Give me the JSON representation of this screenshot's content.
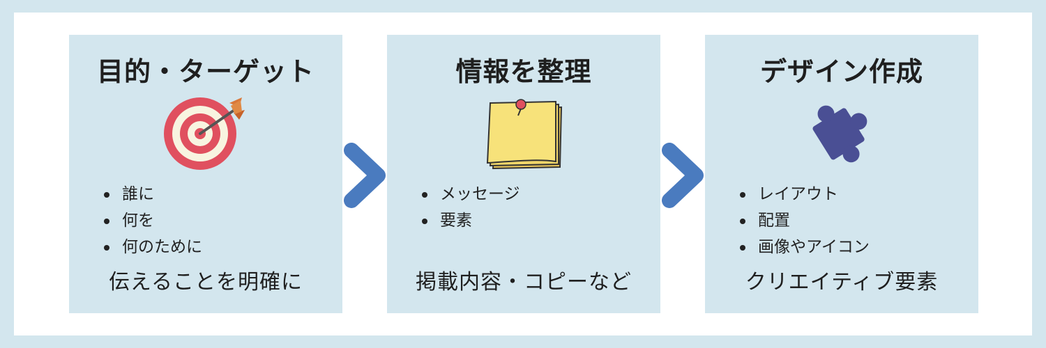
{
  "steps": [
    {
      "title": "目的・ターゲット",
      "icon": "target-with-arrow-icon",
      "bullets": [
        "誰に",
        "何を",
        "何のために"
      ],
      "footer": "伝えることを明確に"
    },
    {
      "title": "情報を整理",
      "icon": "sticky-note-pin-icon",
      "bullets": [
        "メッセージ",
        "要素"
      ],
      "footer": "掲載内容・コピーなど"
    },
    {
      "title": "デザイン作成",
      "icon": "puzzle-piece-icon",
      "bullets": [
        "レイアウト",
        "配置",
        "画像やアイコン"
      ],
      "footer": "クリエイティブ要素"
    }
  ],
  "colors": {
    "background": "#d3e6ee",
    "panel": "#ffffff",
    "arrow": "#4a7bbf",
    "target_red": "#e0505f",
    "note_yellow": "#f7e27a",
    "puzzle_indigo": "#4a4f94"
  }
}
